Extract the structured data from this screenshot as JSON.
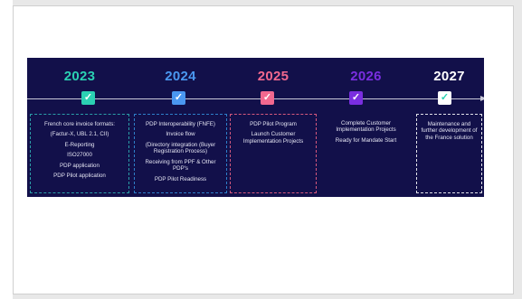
{
  "timeline": {
    "years": [
      {
        "label": "2023",
        "color": "#2bd1b3",
        "check": "✓",
        "box_border": "#2a9fa8",
        "items": [
          "French core invoice formats:",
          "(Factur-X, UBL 2.1, CII)",
          "E-Reporting",
          "ISO27000",
          "PDP application",
          "PDP Pilot application"
        ]
      },
      {
        "label": "2024",
        "color": "#4a97f0",
        "check": "✓",
        "box_border": "#2e7fc9",
        "items": [
          "PDP Interoperability (FNFE)",
          "Invoice flow",
          "(Directory integration (Buyer Registration Process)",
          "Receiving from PPF & Other PDP's",
          "PDP Pilot Readiness"
        ]
      },
      {
        "label": "2025",
        "color": "#f2688f",
        "check": "✓",
        "box_border": "#d5587d",
        "items": [
          "PDP Pilot Program",
          "Launch Customer Implementation Projects"
        ]
      },
      {
        "label": "2026",
        "color": "#7a2ee0",
        "check": "✓",
        "box_border": "",
        "items": [
          "Complete Customer Implementation Projects",
          "Ready for Mandate Start"
        ]
      },
      {
        "label": "2027",
        "color": "#ffffff",
        "check": "✓",
        "box_border": "#e2e2ea",
        "items": [
          "Maintenance and further development of the France solution"
        ]
      }
    ]
  }
}
